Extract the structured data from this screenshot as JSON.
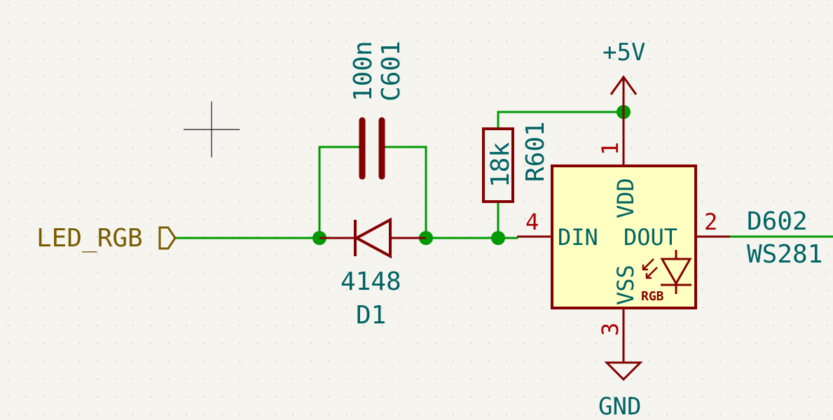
{
  "net_label": "LED_RGB",
  "capacitor": {
    "ref": "C601",
    "value": "100n"
  },
  "resistor": {
    "ref": "R601",
    "value": "18k"
  },
  "diode": {
    "ref": "D1",
    "value": "4148"
  },
  "led": {
    "ref": "D602",
    "value": "WS281",
    "pins": {
      "vdd_num": "1",
      "vdd_name": "VDD",
      "dout_num": "2",
      "dout_name": "DOUT",
      "vss_num": "3",
      "vss_name": "VSS",
      "din_num": "4",
      "din_name": "DIN"
    },
    "icon_label": "RGB"
  },
  "power": {
    "vcc": "+5V",
    "gnd": "GND"
  },
  "colors": {
    "wire": "#009900",
    "symbol": "#840000",
    "symbol_fill": "#ffffc2",
    "reference_text": "#006464",
    "net_label": "#7a5c00",
    "background": "#f5f4ef"
  }
}
